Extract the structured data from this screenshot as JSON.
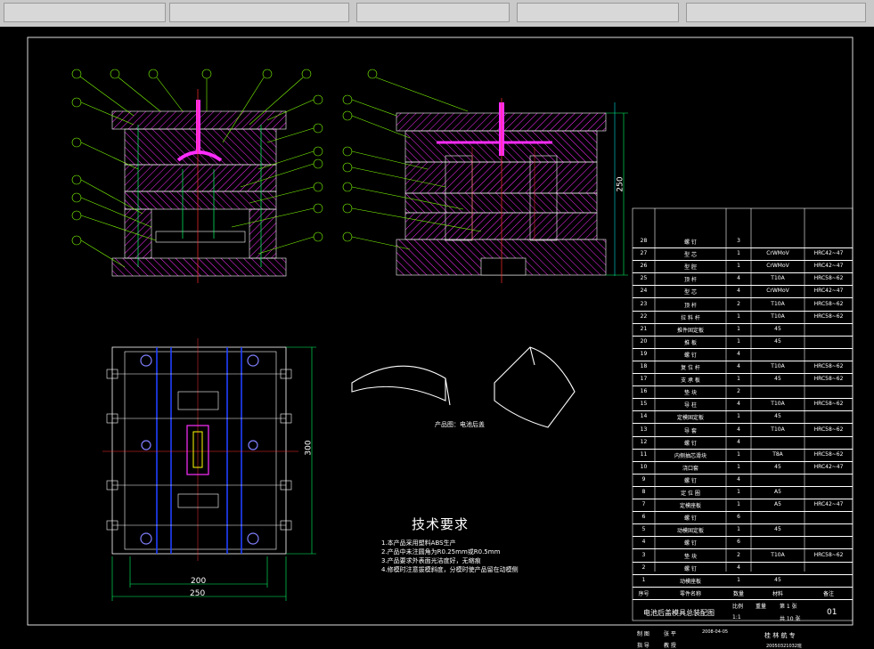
{
  "tech": {
    "title": "技术要求",
    "lines": [
      "1.本产品采用塑料ABS生产",
      "2.产品中未注圆角为R0.25mm或R0.5mm",
      "3.产品要求外表面光洁度好，无缩痕",
      "4.修模时注意拔模斜度，分模时使产品留在动模侧"
    ]
  },
  "product_label": "产品图：电池后盖",
  "dims": {
    "d200": "200",
    "d250": "250",
    "d300": "300",
    "d250v": "250"
  },
  "bom": {
    "rows": [
      [
        "28",
        "螺 钉",
        "3",
        "",
        ""
      ],
      [
        "27",
        "型 芯",
        "1",
        "CrWMoV",
        "HRC42~47"
      ],
      [
        "26",
        "型 腔",
        "1",
        "CrWMoV",
        "HRC42~47"
      ],
      [
        "25",
        "顶 杆",
        "4",
        "T10A",
        "HRC58~62"
      ],
      [
        "24",
        "型 芯",
        "4",
        "CrWMoV",
        "HRC42~47"
      ],
      [
        "23",
        "顶 杆",
        "2",
        "T10A",
        "HRC58~62"
      ],
      [
        "22",
        "拉 料 杆",
        "1",
        "T10A",
        "HRC58~62"
      ],
      [
        "21",
        "推件固定板",
        "1",
        "45",
        ""
      ],
      [
        "20",
        "推 板",
        "1",
        "45",
        ""
      ],
      [
        "19",
        "螺 钉",
        "4",
        "",
        ""
      ],
      [
        "18",
        "复 位 杆",
        "4",
        "T10A",
        "HRC58~62"
      ],
      [
        "17",
        "支 承 板",
        "1",
        "45",
        "HRC58~62"
      ],
      [
        "16",
        "垫 块",
        "2",
        "",
        ""
      ],
      [
        "15",
        "导 柱",
        "4",
        "T10A",
        "HRC58~62"
      ],
      [
        "14",
        "定模固定板",
        "1",
        "45",
        ""
      ],
      [
        "13",
        "导 套",
        "4",
        "T10A",
        "HRC58~62"
      ],
      [
        "12",
        "螺 钉",
        "4",
        "",
        ""
      ],
      [
        "11",
        "内侧抽芯滑块",
        "1",
        "T8A",
        "HRC58~62"
      ],
      [
        "10",
        "浇口套",
        "1",
        "45",
        "HRC42~47"
      ],
      [
        "9",
        "螺 钉",
        "4",
        "",
        ""
      ],
      [
        "8",
        "定 位 圈",
        "1",
        "A5",
        ""
      ],
      [
        "7",
        "定模座板",
        "1",
        "A5",
        "HRC42~47"
      ],
      [
        "6",
        "螺 钉",
        "6",
        "",
        ""
      ],
      [
        "5",
        "动模固定板",
        "1",
        "45",
        ""
      ],
      [
        "4",
        "螺 钉",
        "6",
        "",
        ""
      ],
      [
        "3",
        "垫 块",
        "2",
        "T10A",
        "HRC58~62"
      ],
      [
        "2",
        "螺 钉",
        "4",
        "",
        ""
      ],
      [
        "1",
        "动模座板",
        "1",
        "45",
        ""
      ]
    ],
    "header": [
      "序号",
      "零件名称",
      "数量",
      "材料",
      "备注"
    ],
    "title_block": {
      "name": "电池后盖模具总装配图",
      "scale_label": "比例",
      "qty_label": "重量",
      "sheet_label": "第 1 张",
      "scale": "1:1",
      "total": "共 10 张",
      "number": "01",
      "draw_label": "制 图",
      "draw_name": "张 平",
      "date": "2008-04-05",
      "check_label": "指 导",
      "check_name": "教 授",
      "school": "桂 林 航 专",
      "id": "20050321032班"
    }
  }
}
